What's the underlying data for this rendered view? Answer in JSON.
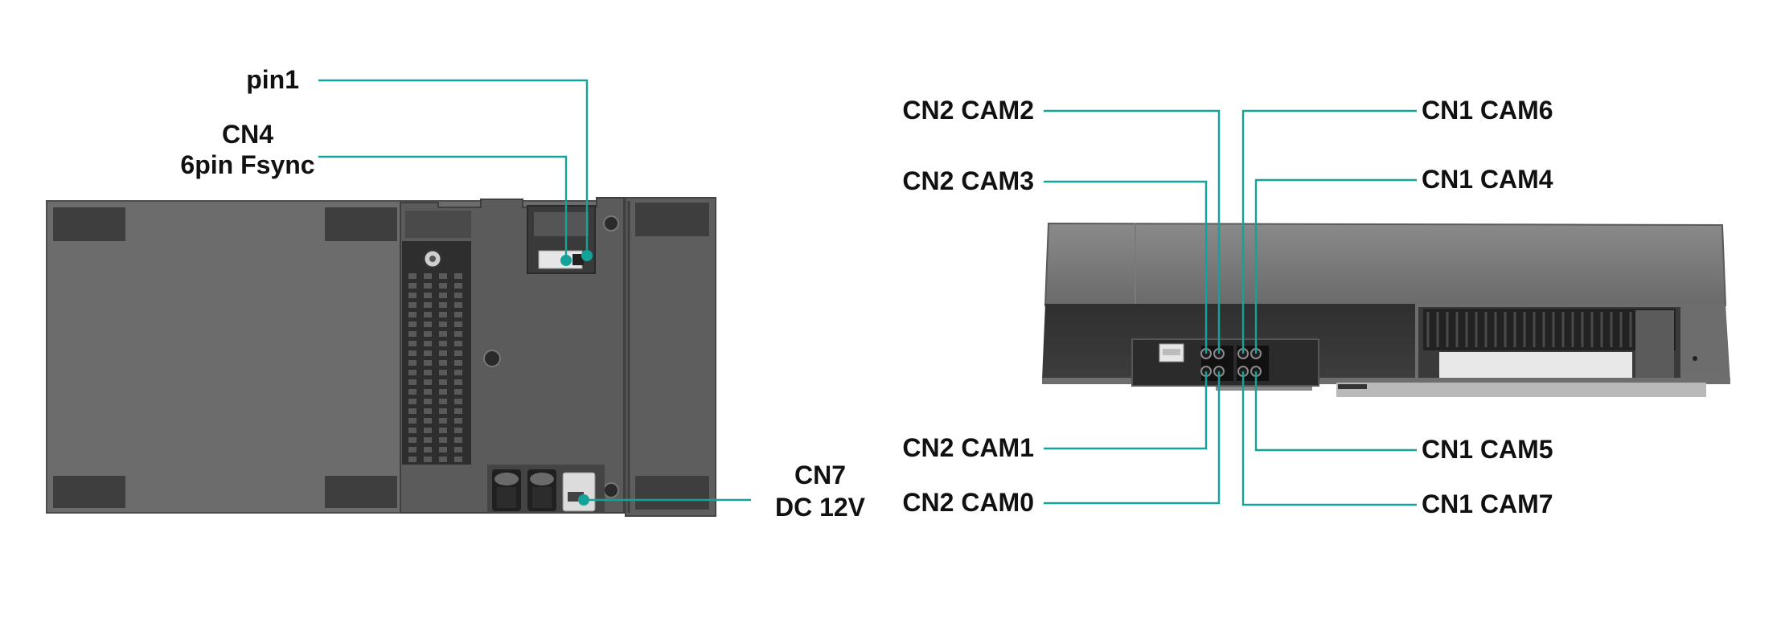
{
  "colors": {
    "leader": "#13a39b",
    "label": "#111111",
    "enclosure": "#6b6b6b",
    "enclosure_dark": "#3a3a3a"
  },
  "left_view": {
    "pin1": "pin1",
    "cn4": "CN4",
    "cn4_desc": "6pin Fsync",
    "cn7": "CN7",
    "cn7_desc": "DC 12V"
  },
  "right_view": {
    "cn2_cam2": "CN2  CAM2",
    "cn2_cam3": "CN2  CAM3",
    "cn2_cam1": "CN2  CAM1",
    "cn2_cam0": "CN2  CAM0",
    "cn1_cam6": "CN1  CAM6",
    "cn1_cam4": "CN1  CAM4",
    "cn1_cam5": "CN1  CAM5",
    "cn1_cam7": "CN1  CAM7"
  }
}
